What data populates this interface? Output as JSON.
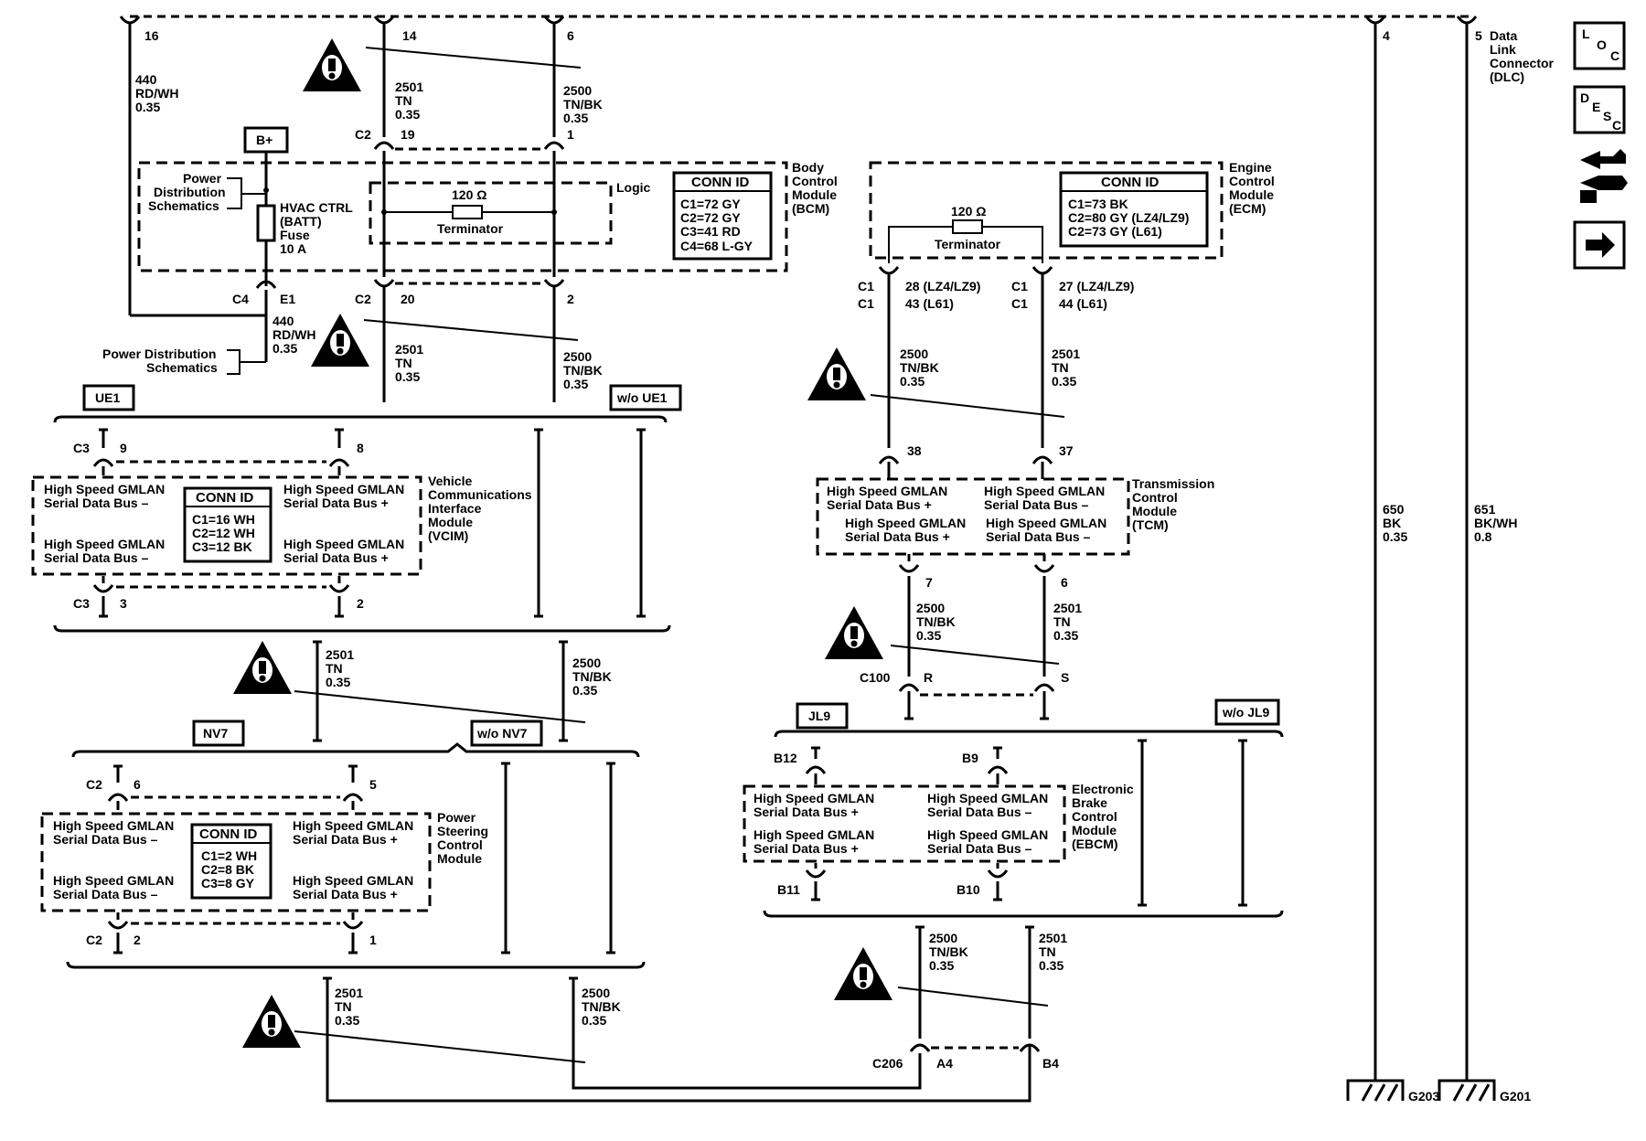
{
  "dlc": {
    "pins": {
      "p16": "16",
      "p14": "14",
      "p6": "6",
      "p4": "4",
      "p5": "5"
    },
    "label": [
      "Data",
      "Link",
      "Connector",
      "(DLC)"
    ]
  },
  "nav": {
    "loc": [
      "L",
      "O",
      "C"
    ],
    "desc": [
      "D",
      "E",
      "S",
      "C"
    ]
  },
  "wires": {
    "w440": [
      "440",
      "RD/WH",
      "0.35"
    ],
    "w2501": [
      "2501",
      "TN",
      "0.35"
    ],
    "w2500": [
      "2500",
      "TN/BK",
      "0.35"
    ],
    "w650": [
      "650",
      "BK",
      "0.35"
    ],
    "w651": [
      "651",
      "BK/WH",
      "0.8"
    ]
  },
  "bcm": {
    "bplus": "B+",
    "pds": [
      "Power",
      "Distribution",
      "Schematics"
    ],
    "fuse": [
      "HVAC CTRL",
      "(BATT)",
      "Fuse",
      "10 A"
    ],
    "logic": "Logic",
    "terminator": "Terminator",
    "ohm": "120 Ω",
    "conn_title": "CONN ID",
    "conn": [
      "C1=72 GY",
      "C2=72 GY",
      "C3=41 RD",
      "C4=68 L-GY"
    ],
    "name": [
      "Body",
      "Control",
      "Module",
      "(BCM)"
    ],
    "c2": "C2",
    "p19": "19",
    "p1": "1",
    "p20": "20",
    "p2": "2",
    "c4": "C4",
    "e1": "E1",
    "pds2": [
      "Power Distribution",
      "Schematics"
    ]
  },
  "ecm": {
    "terminator": "Terminator",
    "ohm": "120 Ω",
    "conn_title": "CONN ID",
    "conn": [
      "C1=73 BK",
      "C2=80 GY (LZ4/LZ9)",
      "C2=73 GY (L61)"
    ],
    "name": [
      "Engine",
      "Control",
      "Module",
      "(ECM)"
    ],
    "c1": "C1",
    "pinL": [
      "28 (LZ4/LZ9)",
      "43 (L61)"
    ],
    "pinR": [
      "27 (LZ4/LZ9)",
      "44 (L61)"
    ]
  },
  "ue1": {
    "opt": "UE1",
    "wo": "w/o UE1",
    "c3": "C3",
    "p9": "9",
    "p8": "8",
    "p3": "3",
    "p2": "2",
    "bus_minus": [
      "High Speed GMLAN",
      "Serial Data Bus –"
    ],
    "bus_plus": [
      "High Speed GMLAN",
      "Serial Data Bus +"
    ],
    "conn_title": "CONN ID",
    "conn": [
      "C1=16 WH",
      "C2=12 WH",
      "C3=12 BK"
    ],
    "name": [
      "Vehicle",
      "Communications",
      "Interface",
      "Module",
      "(VCIM)"
    ]
  },
  "nv7": {
    "opt": "NV7",
    "wo": "w/o NV7",
    "c2": "C2",
    "p6": "6",
    "p5": "5",
    "p2": "2",
    "p1": "1",
    "bus_minus": [
      "High Speed GMLAN",
      "Serial Data Bus –"
    ],
    "bus_plus": [
      "High Speed GMLAN",
      "Serial Data Bus +"
    ],
    "conn_title": "CONN ID",
    "conn": [
      "C1=2 WH",
      "C2=8 BK",
      "C3=8 GY"
    ],
    "name": [
      "Power",
      "Steering",
      "Control",
      "Module"
    ]
  },
  "tcm": {
    "p38": "38",
    "p37": "37",
    "p7": "7",
    "p6": "6",
    "bus_plus": [
      "High Speed GMLAN",
      "Serial Data Bus +"
    ],
    "bus_minus": [
      "High Speed GMLAN",
      "Serial Data Bus –"
    ],
    "name": [
      "Transmission",
      "Control",
      "Module",
      "(TCM)"
    ]
  },
  "c100": {
    "name": "C100",
    "r": "R",
    "s": "S"
  },
  "jl9": {
    "opt": "JL9",
    "wo": "w/o JL9",
    "b12": "B12",
    "b9": "B9",
    "b11": "B11",
    "b10": "B10",
    "bus_plus": [
      "High Speed GMLAN",
      "Serial Data Bus +"
    ],
    "bus_minus": [
      "High Speed GMLAN",
      "Serial Data Bus –"
    ],
    "name": [
      "Electronic",
      "Brake",
      "Control",
      "Module",
      "(EBCM)"
    ]
  },
  "c206": {
    "name": "C206",
    "a4": "A4",
    "b4": "B4"
  },
  "grounds": {
    "g203": "G203",
    "g201": "G201"
  }
}
